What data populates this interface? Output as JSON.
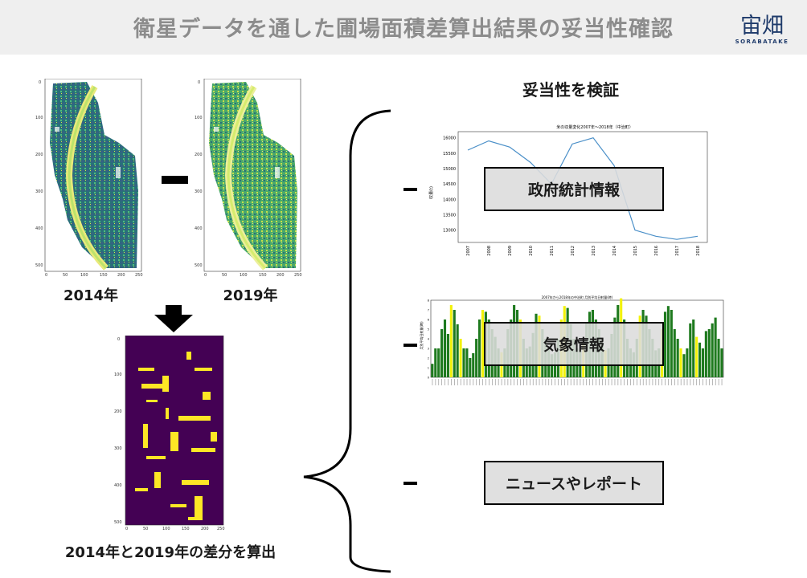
{
  "header": {
    "title": "衛星データを通した圃場面積差算出結果の妥当性確認",
    "logo_text": "宙畑",
    "logo_sub": "SORABATAKE"
  },
  "maps": {
    "left_caption": "2014年",
    "right_caption": "2019年",
    "diff_caption": "2014年と2019年の差分を算出",
    "y_ticks": [
      "0",
      "100",
      "200",
      "300",
      "400",
      "500"
    ],
    "x_ticks": [
      "0",
      "50",
      "100",
      "150",
      "200",
      "250"
    ]
  },
  "verify": {
    "title": "妥当性を検証",
    "items": [
      {
        "label": "政府統計情報"
      },
      {
        "label": "気象情報"
      },
      {
        "label": "ニュースやレポート"
      }
    ]
  },
  "chart_data": [
    {
      "type": "line",
      "title": "米の収量変化2007年〜2018年（中治町）",
      "ylabel": "収量(t)",
      "x": [
        "2007",
        "2008",
        "2009",
        "2010",
        "2011",
        "2012",
        "2013",
        "2014",
        "2015",
        "2016",
        "2017",
        "2018"
      ],
      "values": [
        15600,
        15900,
        15700,
        15200,
        14500,
        15800,
        16000,
        15100,
        13000,
        12800,
        12700,
        12800
      ],
      "ylim": [
        12600,
        16200
      ],
      "y_ticks": [
        "13000",
        "13500",
        "14000",
        "14500",
        "15000",
        "15500",
        "16000"
      ],
      "color": "#4a8fc8"
    },
    {
      "type": "bar",
      "title": "2007年から2018年の中治町 月別平均日射量(時)",
      "ylabel": "月別平均日射量(時)",
      "y_ticks": [
        "0",
        "1",
        "2",
        "3",
        "4",
        "5",
        "6",
        "7",
        "8"
      ],
      "colors": {
        "normal": "#1e7a1e",
        "highlight": "#f2f20a"
      }
    }
  ]
}
